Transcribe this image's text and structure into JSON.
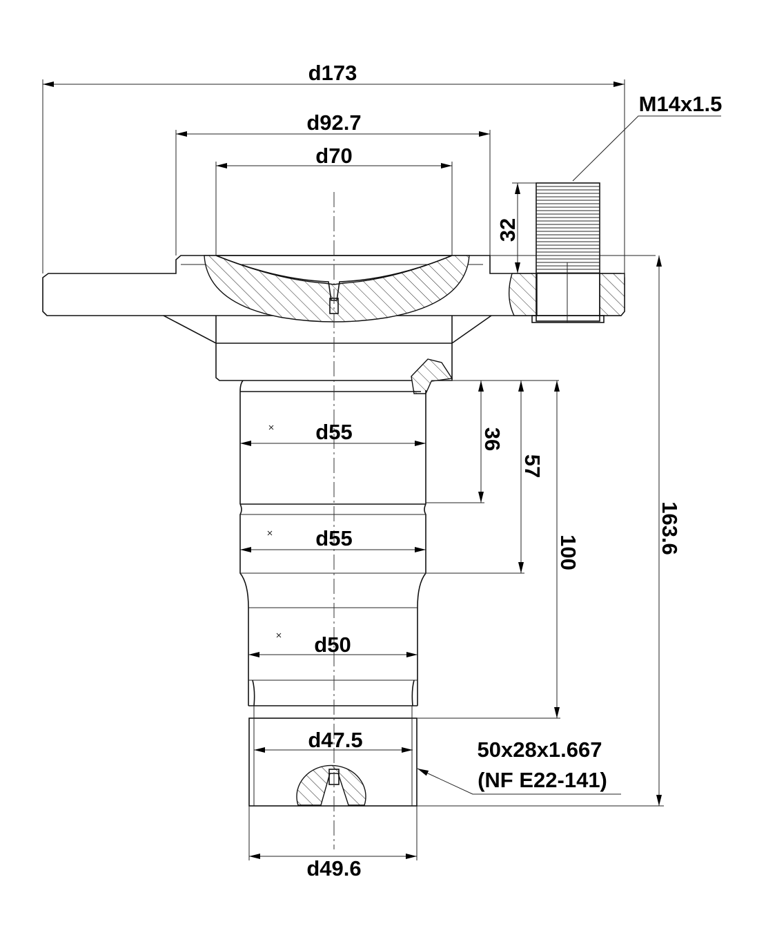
{
  "drawing": {
    "dimensions": {
      "d173": "d173",
      "d92_7": "d92.7",
      "d70": "d70",
      "d55_upper": "d55",
      "d55_lower": "d55",
      "d50": "d50",
      "d47_5": "d47.5",
      "d49_6": "d49.6",
      "h32": "32",
      "h36": "36",
      "h57": "57",
      "h100": "100",
      "h163_6": "163.6"
    },
    "callouts": {
      "thread": "M14x1.5",
      "spline_line1": "50x28x1.667",
      "spline_line2": "(NF E22-141)"
    },
    "colors": {
      "line": "#111111",
      "background": "#ffffff"
    }
  }
}
